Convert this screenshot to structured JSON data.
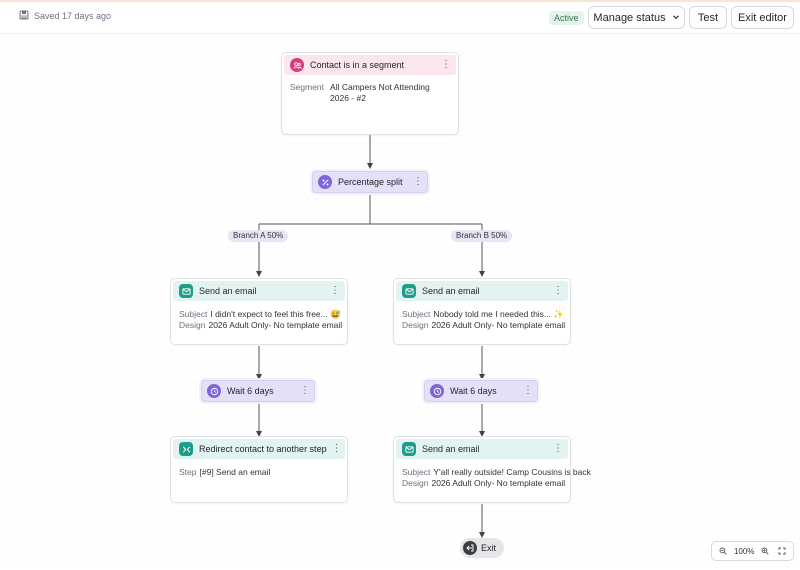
{
  "header": {
    "saved_text": "Saved 17 days ago",
    "status": "Active",
    "manage_status_label": "Manage status",
    "test_label": "Test",
    "exit_editor_label": "Exit editor"
  },
  "trigger": {
    "title": "Contact is in a segment",
    "segment_label": "Segment",
    "segment_value": "All Campers Not Attending 2026 - #2"
  },
  "split": {
    "title": "Percentage split",
    "branch_a": "Branch A 50%",
    "branch_b": "Branch B 50%"
  },
  "branch_a": {
    "email": {
      "title": "Send an email",
      "subject_label": "Subject",
      "subject": "I didn't expect to feel this free... 😅",
      "design_label": "Design",
      "design": "2026 Adult Only- No template email"
    },
    "wait": {
      "title": "Wait 6 days"
    },
    "redirect": {
      "title": "Redirect contact to another step",
      "step_label": "Step",
      "step": "[#9] Send an email"
    }
  },
  "branch_b": {
    "email": {
      "title": "Send an email",
      "subject_label": "Subject",
      "subject": "Nobody told me I needed this... ✨",
      "design_label": "Design",
      "design": "2026 Adult Only- No template email"
    },
    "wait": {
      "title": "Wait 6 days"
    },
    "email2": {
      "title": "Send an email",
      "subject_label": "Subject",
      "subject": "Y'all really outside! Camp Cousins is back",
      "design_label": "Design",
      "design": "2026 Adult Only- No template email"
    }
  },
  "exit": {
    "label": "Exit"
  },
  "zoom": {
    "level": "100%"
  },
  "colors": {
    "trigger_accent": "#d63c78",
    "email_accent": "#1e9e8a",
    "flow_accent": "#7c66d8",
    "active_green": "#2f7a4c"
  }
}
